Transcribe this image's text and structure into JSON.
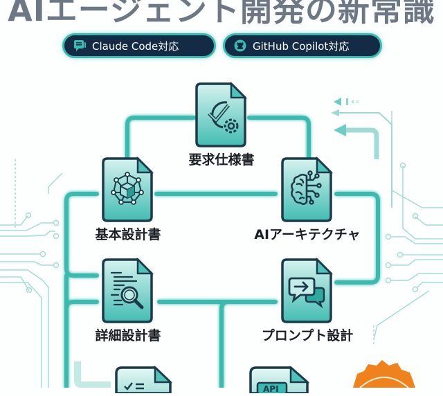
{
  "header": {
    "title": "AIエージェント開発の新常識",
    "badges": [
      {
        "label": "Claude Code対応",
        "icon": "chat-icon"
      },
      {
        "label": "GitHub Copilot対応",
        "icon": "github-icon"
      }
    ]
  },
  "nodes": [
    {
      "label": "要求仕様書",
      "icon": "check-gear-icon"
    },
    {
      "label": "基本設計書",
      "icon": "network-cube-icon"
    },
    {
      "label": "AIアーキテクチャ",
      "icon": "brain-circuit-icon"
    },
    {
      "label": "詳細設計書",
      "icon": "document-search-icon"
    },
    {
      "label": "プロンプト設計",
      "icon": "chat-arrow-icon"
    },
    {
      "label": "",
      "icon": "checklist-icon"
    },
    {
      "label": "API",
      "icon": "api-icon"
    }
  ],
  "colors": {
    "accent": "#3bbab0",
    "dark_outline": "#1b3a4a",
    "badge_bg": "#132b44",
    "title": "#6d7884",
    "seal": "#f0821e"
  }
}
